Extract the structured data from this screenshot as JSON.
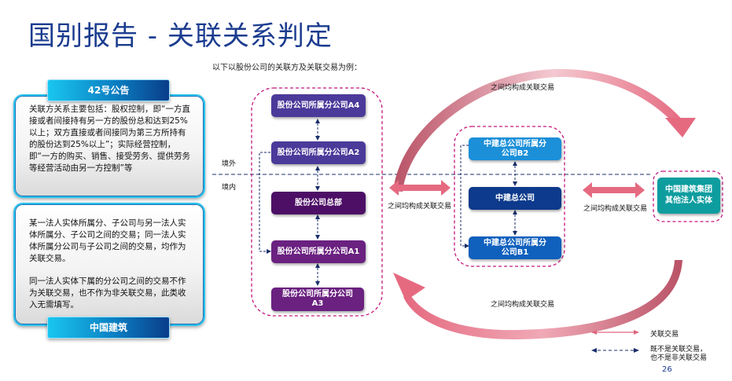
{
  "title": "国别报告 - 关联关系判定",
  "subtitle": "以下以股份公司的关联方及关联交易为例：",
  "left_panel": {
    "card1": {
      "tab_label": "42号公告",
      "text": "关联方关系主要包括：股权控制，即“一方直接或者间接持有另一方的股份总和达到25%以上；双方直接或者间接同为第三方所持有的股份达到25%以上”；实际经营控制，即“一方的购买、销售、接受劳务、提供劳务等经营活动由另一方控制”等"
    },
    "card2": {
      "tab_label": "中国建筑",
      "paragraph1": "某一法人实体所属分、子公司与另一法人实体所属分、子公司之间的交易；同一法人实体所属分公司与子公司之间的交易，均作为关联交易。",
      "paragraph2": "同一法人实体下属的分公司之间的交易不作为关联交易，也不作为非关联交易，此类收入无需填写。"
    }
  },
  "zones": {
    "overseas": "境外",
    "domestic": "境内"
  },
  "group_a": {
    "nodes": [
      {
        "id": "A4",
        "label": "股份公司所属分公司A4",
        "color": "#4b3a9a"
      },
      {
        "id": "A2",
        "label": "股份公司所属分公司A2",
        "color": "#4b3a9a"
      },
      {
        "id": "HQ",
        "label": "股份公司总部",
        "color": "#4d0f66"
      },
      {
        "id": "A1",
        "label": "股份公司所属分公司A1",
        "color": "#6a2180"
      },
      {
        "id": "A3",
        "label": "股份公司所属分公司A3",
        "color": "#6a2180"
      }
    ]
  },
  "group_b": {
    "nodes": [
      {
        "id": "B2",
        "label": "中建总公司所属分公司B2",
        "color": "#1b8fd8"
      },
      {
        "id": "CSCEC",
        "label": "中建总公司",
        "color": "#0d3a8c"
      },
      {
        "id": "B1",
        "label": "中建总公司所属分公司B1",
        "color": "#1060be"
      }
    ]
  },
  "group_c": {
    "nodes": [
      {
        "id": "OTHER",
        "label": "中国建筑集团其他法人实体",
        "color": "#0e9d9f"
      }
    ]
  },
  "relations": {
    "top_arc": "之间均构成关联交易",
    "bottom_arc": "之间均构成关联交易",
    "a_to_b": "之间均构成关联交易",
    "b_to_c": "之间均构成关联交易"
  },
  "legend": {
    "related": "关联交易",
    "neither_line1": "既不是关联交易，",
    "neither_line2": "也不是非关联交易",
    "related_color": "#e0667e",
    "neither_color": "#1a2f6b"
  },
  "colors": {
    "title": "#1b3c8f",
    "group_border": "#c4177e",
    "arc": "#c4576b",
    "arrow": "#e56a80"
  },
  "page_number": "26"
}
